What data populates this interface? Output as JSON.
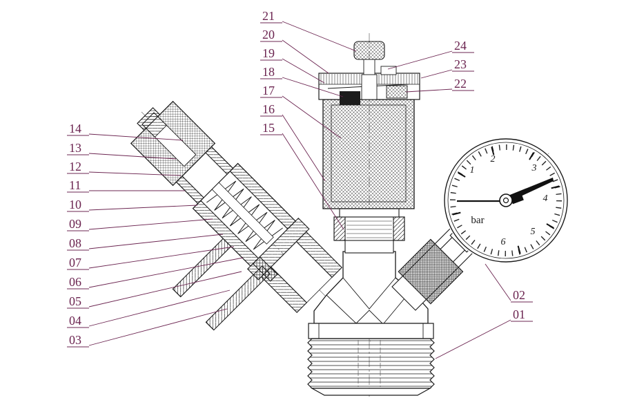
{
  "drawing": {
    "background": "#ffffff",
    "line_color": "#1a1a1a",
    "label_color": "#6b2450",
    "gauge": {
      "unit": "bar",
      "dial_numbers": [
        "1",
        "2",
        "3",
        "4",
        "5",
        "6"
      ]
    },
    "callouts": {
      "left": [
        "14",
        "13",
        "12",
        "11",
        "10",
        "09",
        "08",
        "07",
        "06",
        "05",
        "04",
        "03"
      ],
      "top": [
        "21",
        "20",
        "19",
        "18",
        "17",
        "16",
        "15"
      ],
      "right_upper": [
        "24",
        "23",
        "22"
      ],
      "right_lower": [
        "02",
        "01"
      ]
    }
  }
}
